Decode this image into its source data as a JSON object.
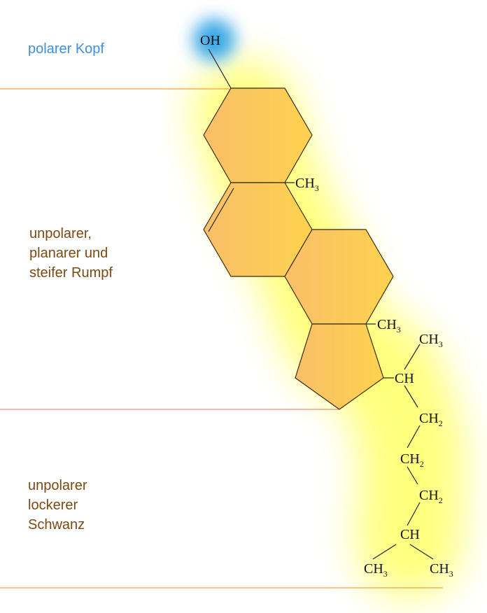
{
  "labels": {
    "head": "polarer Kopf",
    "body": [
      "unpolarer,",
      "planarer und",
      "steifer Rumpf"
    ],
    "tail": [
      "unpolarer",
      "lockerer",
      "Schwanz"
    ]
  },
  "molecule": {
    "oh": "OH",
    "ch3_a": "CH",
    "ch3_b": "CH",
    "ch": "CH",
    "ch3_c": "CH",
    "ch2_1": "CH",
    "ch2_2": "CH",
    "ch2_3": "CH",
    "ch_2": "CH",
    "ch3_d": "CH",
    "ch3_e": "CH",
    "sub3": "3",
    "sub2": "2"
  },
  "colors": {
    "head_label": "#3d8fe0",
    "region_label": "#7a4a12",
    "ring_fill": "#fbc957",
    "glow": "#ffff60",
    "polar_glow": "#3aa8e8",
    "divider": "#f5a040"
  }
}
